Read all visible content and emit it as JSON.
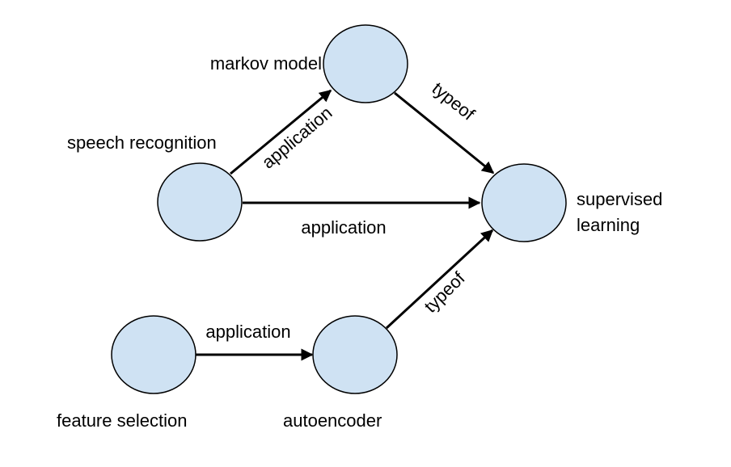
{
  "nodes": {
    "markov_model": "markov model",
    "speech_recognition": "speech recognition",
    "supervised_learning_line1": "supervised",
    "supervised_learning_line2": "learning",
    "feature_selection": "feature selection",
    "autoencoder": "autoencoder"
  },
  "edges": {
    "speech_to_markov": "application",
    "markov_to_supervised": "typeof",
    "speech_to_supervised": "application",
    "feature_to_autoencoder": "application",
    "autoencoder_to_supervised": "typeof"
  },
  "colors": {
    "node_fill": "#cfe2f3",
    "stroke": "#000000"
  }
}
